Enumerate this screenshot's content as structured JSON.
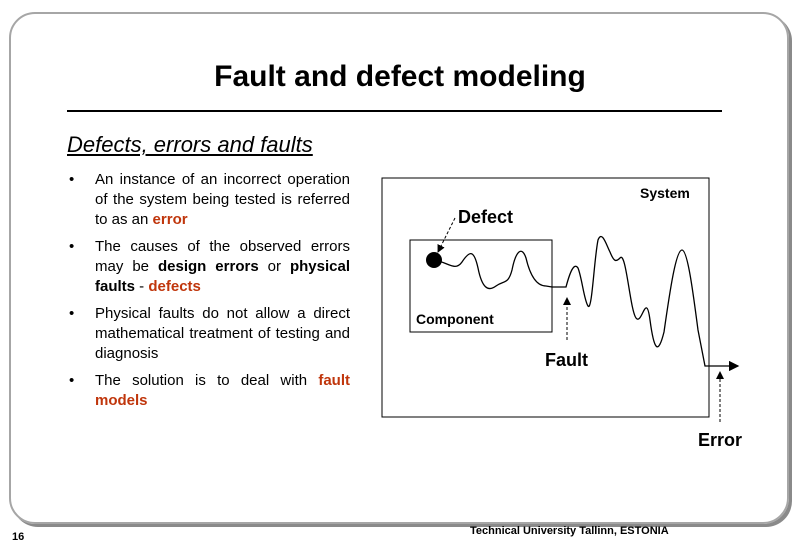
{
  "slide": {
    "title": "Fault and defect modeling",
    "subtitle": "Defects, errors and faults",
    "bullets": [
      {
        "pre": "An instance of an incorrect operation of the system being tested is referred to as an ",
        "b1": "",
        "mid": "",
        "red": "error",
        "post": ""
      },
      {
        "pre": "The causes of the observed errors may be ",
        "b1": "design errors",
        "mid": " or ",
        "b2": "physical faults",
        "mid2": " - ",
        "red": "defects",
        "post": ""
      },
      {
        "pre": "Physical faults do not allow a direct mathematical treatment of testing and diagnosis"
      },
      {
        "pre": "The solution is to deal with ",
        "red": "fault models"
      }
    ]
  },
  "diagram": {
    "system_label": "System",
    "component_label": "Component",
    "defect_label": "Defect",
    "fault_label": "Fault",
    "error_label": "Error"
  },
  "footer": {
    "page_number": "16",
    "institution": "Technical University Tallinn, ESTONIA"
  }
}
